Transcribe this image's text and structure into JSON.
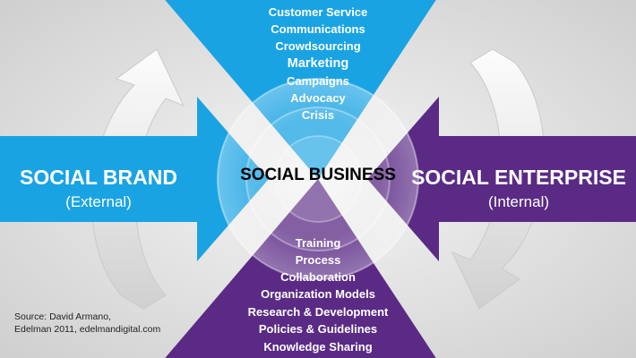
{
  "colors": {
    "blue": "#1aa3e3",
    "purple": "#5a2a85",
    "center_text": "#000000",
    "source_text": "#222222"
  },
  "top_items": [
    {
      "label": "Customer Service"
    },
    {
      "label": "Communications"
    },
    {
      "label": "Crowdsourcing"
    },
    {
      "label": "Marketing"
    },
    {
      "label": "Campaigns"
    },
    {
      "label": "Advocacy"
    },
    {
      "label": "Crisis"
    }
  ],
  "bottom_items": [
    {
      "label": "Training"
    },
    {
      "label": "Process"
    },
    {
      "label": "Collaboration"
    },
    {
      "label": "Organization Models"
    },
    {
      "label": "Research & Development"
    },
    {
      "label": "Policies & Guidelines"
    },
    {
      "label": "Knowledge Sharing"
    }
  ],
  "left": {
    "title": "SOCIAL BRAND",
    "subtitle": "(External)"
  },
  "right": {
    "title": "SOCIAL ENTERPRISE",
    "subtitle": "(Internal)"
  },
  "center": {
    "title": "SOCIAL BUSINESS"
  },
  "source": {
    "line1": "Source: David Armano,",
    "line2": "Edelman 2011, edelmandigital.com"
  }
}
